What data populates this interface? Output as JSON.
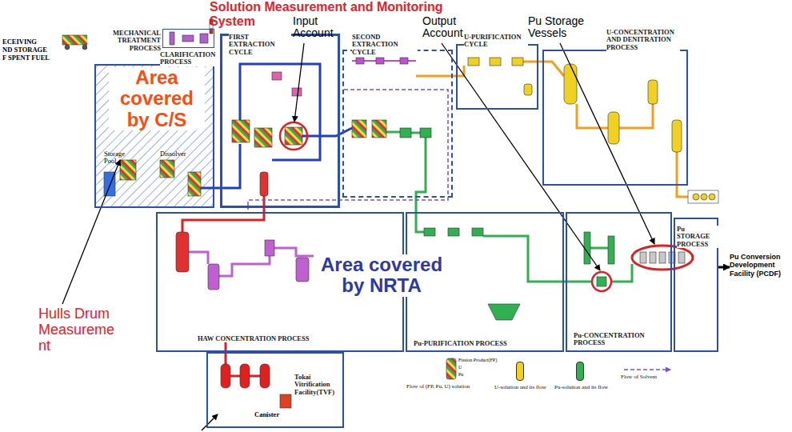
{
  "diagram": {
    "nodes": [
      {
        "text": [
          "MECHANICAL TREATMENT PROCESS"
        ]
      },
      {
        "text": [
          "CLARIFICATION PROCESS"
        ]
      },
      {
        "text": [
          "FIRST EXTRACTION CYCLE"
        ]
      },
      {
        "text": [
          "SECOND EXTRACTION CYCLE"
        ]
      },
      {
        "text": [
          "U-PURIFICATION CYCLE"
        ]
      },
      {
        "text": [
          "U-CONCENTRATION AND DENITRATION PROCESS"
        ]
      },
      {
        "text": [
          "HAW CONCENTRATION PROCESS"
        ]
      },
      {
        "text": [
          "Tokai Vitrification Facility(TVF)"
        ]
      },
      {
        "text": [
          "Pu-PURIFICATION PROCESS"
        ]
      },
      {
        "text": [
          "Pu-CONCENTRATION PROCESS"
        ]
      },
      {
        "text": [
          "Pu STORAGE PROCESS"
        ]
      },
      {
        "text": [
          "Pu Conversion Development Facility (PCDF)"
        ]
      }
    ],
    "edges": [
      {
        "from": 10,
        "to": 11,
        "arrow": "to"
      }
    ],
    "labels": [
      "Solution Measurement and Monitoring System",
      "Input Account",
      "Output Account",
      "Pu Storage Vessels",
      "ECEIVING",
      "ND STORAGE",
      "F SPENT FUEL",
      "Area covered by C/S",
      "Storage Pool",
      "Dissolver",
      "Hulls Drum Measurement",
      "Area covered by NRTA",
      "Canister",
      "Fission Product(FP)",
      "U",
      "Pu"
    ],
    "legend": [
      {
        "text": "Flow of (FP, Pu, U) solution"
      },
      {
        "text": "U-solution and its flow",
        "color": "#f0d020"
      },
      {
        "text": "Pu-solution and its flow",
        "color": "#30b050"
      },
      {
        "text": "Flow of Solvent"
      }
    ]
  }
}
